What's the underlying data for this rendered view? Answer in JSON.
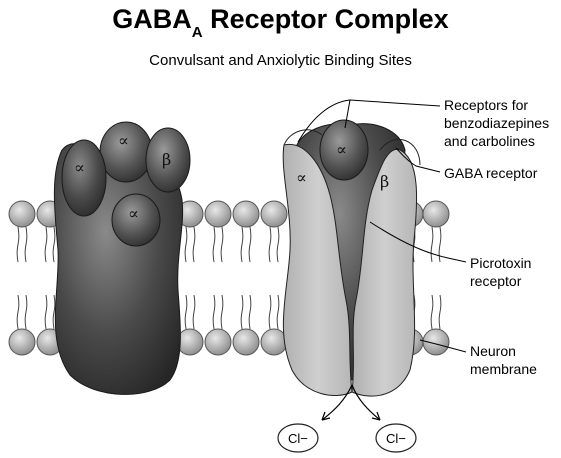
{
  "title": {
    "main": "GABA",
    "subscript": "A",
    "rest": " Receptor Complex"
  },
  "subtitle": "Convulsant and Anxiolytic Binding Sites",
  "subunits": {
    "left_alpha_top": "∝",
    "left_alpha_side": "∝",
    "left_beta": "β",
    "left_alpha_center": "∝",
    "right_alpha_top": "∝",
    "right_alpha_side": "∝",
    "right_beta": "β"
  },
  "labels": {
    "benzo_line1": "Receptors for",
    "benzo_line2": "benzodiazepines",
    "benzo_line3": "and carbolines",
    "gaba": "GABA receptor",
    "picro_line1": "Picrotoxin",
    "picro_line2": "receptor",
    "neuron_line1": "Neuron",
    "neuron_line2": "membrane"
  },
  "ions": {
    "left": "Cl−",
    "right": "Cl−"
  },
  "colors": {
    "dark_protein": "#4a4a4a",
    "light_protein": "#c4c4c4",
    "lipid": "#b8b8b8"
  }
}
